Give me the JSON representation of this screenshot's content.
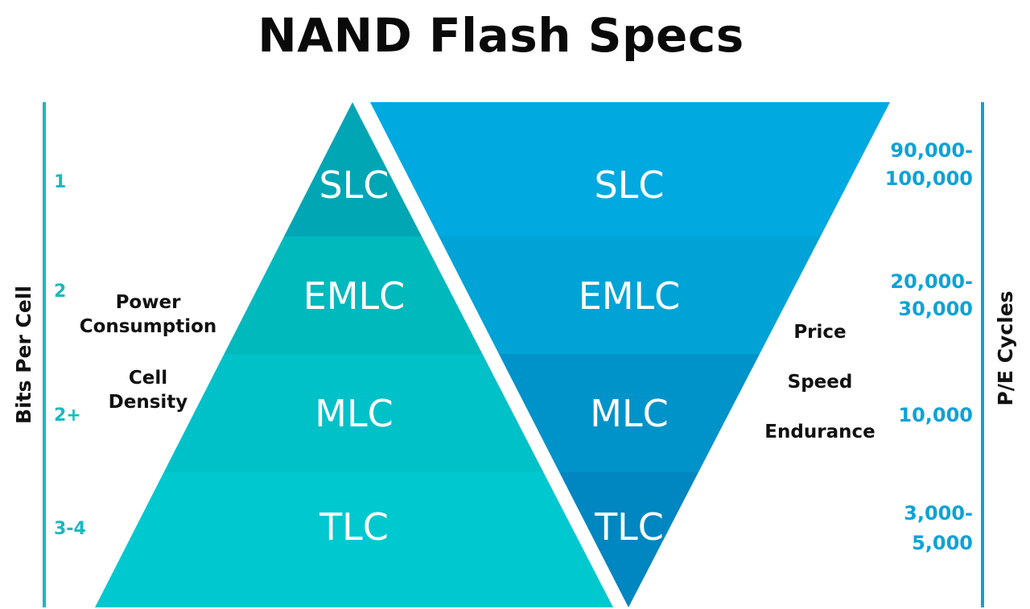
{
  "title": "NAND Flash Specs",
  "colors": {
    "left_triangle": [
      "#00A6B4",
      "#00B9BD",
      "#00C0C8",
      "#00C8CF"
    ],
    "right_triangle": [
      "#00A9E0",
      "#00A3D6",
      "#0093C9",
      "#0086C0"
    ],
    "left_text": "#1BB8C2",
    "right_text": "#0EA2D6",
    "axis_line_left": "#1BB8C2",
    "axis_line_right": "#0EA2D6",
    "label_dark": "#111111"
  },
  "left_axis": {
    "label": "Bits Per Cell",
    "values": [
      "1",
      "2",
      "2+",
      "3-4"
    ]
  },
  "right_axis": {
    "label": "P/E Cycles",
    "values": [
      [
        "90,000-",
        "100,000"
      ],
      [
        "20,000-",
        "30,000"
      ],
      [
        "10,000"
      ],
      [
        "3,000-",
        "5,000"
      ]
    ]
  },
  "left_triangle_levels": [
    "SLC",
    "EMLC",
    "MLC",
    "TLC"
  ],
  "right_triangle_levels": [
    "SLC",
    "EMLC",
    "MLC",
    "TLC"
  ],
  "left_annotations": [
    [
      "Power",
      "Consumption"
    ],
    [
      "Cell",
      "Density"
    ]
  ],
  "right_annotations": [
    "Price",
    "Speed",
    "Endurance"
  ]
}
